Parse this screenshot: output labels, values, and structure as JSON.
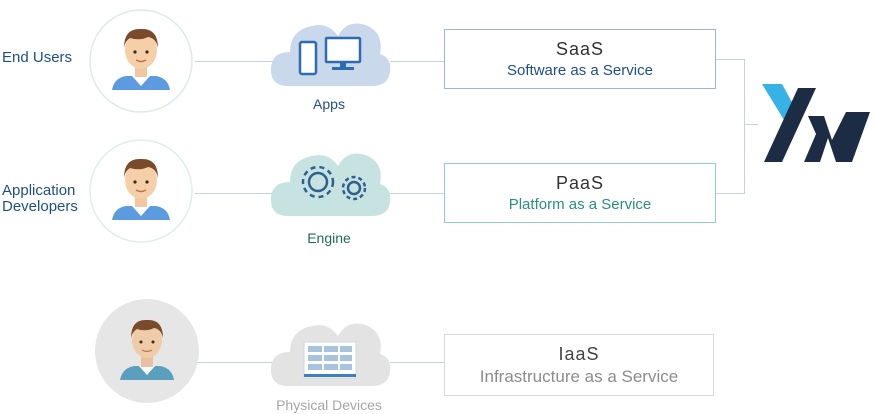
{
  "rows": [
    {
      "role": "End Users",
      "cloud_label": "Apps",
      "service_title": "SaaS",
      "service_subtitle": "Software as a Service"
    },
    {
      "role_line1": "Application",
      "role_line2": "Developers",
      "cloud_label": "Engine",
      "service_title": "PaaS",
      "service_subtitle": "Platform as a Service"
    },
    {
      "cloud_label": "Physical Devices",
      "service_title": "IaaS",
      "service_subtitle": "Infrastructure as a Service"
    }
  ],
  "colors": {
    "saas_accent": "#1f4f8a",
    "paas_accent": "#2a8f82",
    "iaas_muted": "#8c8c8c",
    "cloud_blue": "#c9d8ea",
    "cloud_teal": "#c6e3e1",
    "cloud_gray": "#e3e3e3",
    "logo_light": "#36b2e6",
    "logo_dark": "#1c2c44"
  }
}
